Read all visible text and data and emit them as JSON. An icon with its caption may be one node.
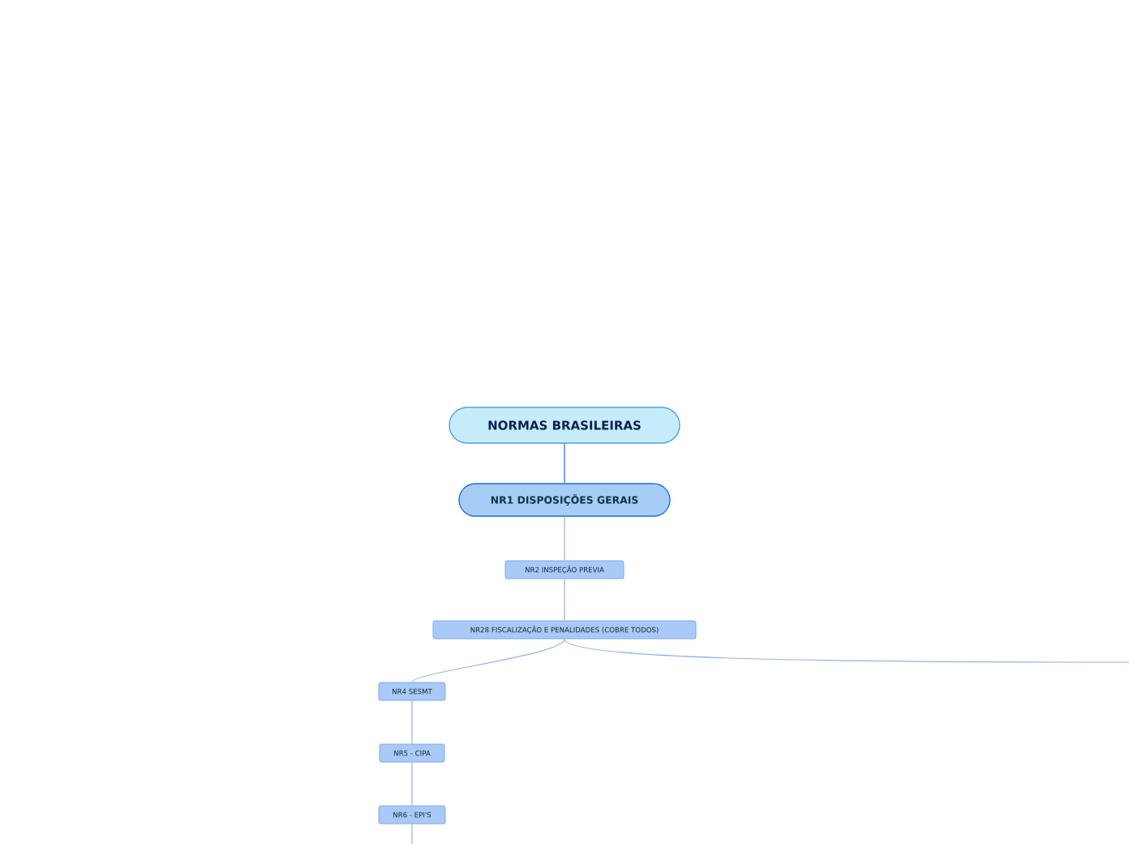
{
  "diagram": {
    "nodes": [
      {
        "text": [
          "NORMAS BRASILEIRAS"
        ]
      },
      {
        "text": [
          "NR1 DISPOSIÇÕES GERAIS"
        ]
      },
      {
        "text": [
          "NR2 INSPEÇÃO PREVIA"
        ]
      },
      {
        "text": [
          "NR28 FISCALIZAÇÃO E PENALIDADES (COBRE TODOS)"
        ]
      },
      {
        "text": [
          "NR4 SESMT"
        ]
      },
      {
        "text": [
          "NR5 - CIPA"
        ]
      },
      {
        "text": [
          "NR6 - EPI'S"
        ]
      }
    ],
    "edges": [
      {
        "from": 0,
        "to": 1,
        "arrow": "none",
        "color": "#1a6fd6"
      },
      {
        "from": 1,
        "to": 2,
        "arrow": "none"
      },
      {
        "from": 2,
        "to": 3,
        "arrow": "none"
      },
      {
        "from": 3,
        "to": 4,
        "arrow": "none"
      },
      {
        "from": 3,
        "to": null,
        "arrow": "none"
      },
      {
        "from": 4,
        "to": 5,
        "arrow": "none"
      },
      {
        "from": 5,
        "to": 6,
        "arrow": "none"
      },
      {
        "from": 6,
        "to": null,
        "arrow": "none"
      }
    ]
  }
}
